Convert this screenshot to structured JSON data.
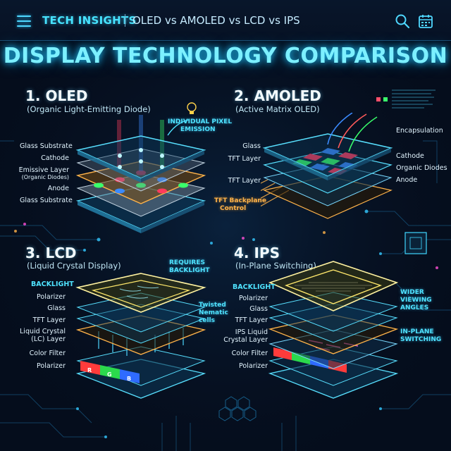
{
  "header": {
    "brand": "TECH INSIGHTS",
    "subtitle": "OLED vs AMOLED vs LCD vs IPS",
    "menu_icon": "hamburger-menu-icon",
    "search_icon": "search-icon",
    "calendar_icon": "calendar-icon"
  },
  "title": "DISPLAY TECHNOLOGY COMPARISON",
  "colors": {
    "accent": "#4fd8ff",
    "orange": "#ffb34a",
    "background": "#050d1c"
  },
  "oled": {
    "title": "1. OLED",
    "subtitle": "(Organic Light-Emitting Diode)",
    "callout": [
      "INDIVIDUAL PIXEL",
      "EMISSION"
    ],
    "layers": [
      "Glass Substrate",
      "Cathode",
      "Emissive Layer",
      "(Organic Diodes)",
      "Anode",
      "Glass Substrate"
    ]
  },
  "amoled": {
    "title": "2. AMOLED",
    "subtitle": "(Active Matrix OLED)",
    "left_layers": [
      "Glass",
      "TFT Layer",
      "TFT Layer"
    ],
    "right_layers": [
      "Encapsulation",
      "Cathode",
      "Organic Diodes",
      "Anode"
    ],
    "callout": [
      "TFT Backplane",
      "Control"
    ]
  },
  "lcd": {
    "title": "3. LCD",
    "subtitle": "(Liquid Crystal Display)",
    "callout_top": [
      "REQUIRES",
      "BACKLIGHT"
    ],
    "callout_side": [
      "Twisted",
      "Nematic",
      "cells"
    ],
    "layers": [
      "BACKLIGHT",
      "Polarizer",
      "Glass",
      "TFT Layer",
      "Liquid Crystal",
      "(LC) Layer",
      "Color Filter",
      "Polarizer"
    ],
    "filters": [
      "R",
      "G",
      "B"
    ]
  },
  "ips": {
    "title": "4. IPS",
    "subtitle": "(In-Plane Switching)",
    "layers": [
      "BACKLIGHT",
      "Polarizer",
      "Glass",
      "TFT Layer",
      "IPS Liquid",
      "Crystal Layer",
      "Color Filter",
      "Polarizer"
    ],
    "callout_top": [
      "WIDER",
      "VIEWING",
      "ANGLES"
    ],
    "callout_mid": [
      "IN-PLANE",
      "SWITCHING"
    ]
  }
}
